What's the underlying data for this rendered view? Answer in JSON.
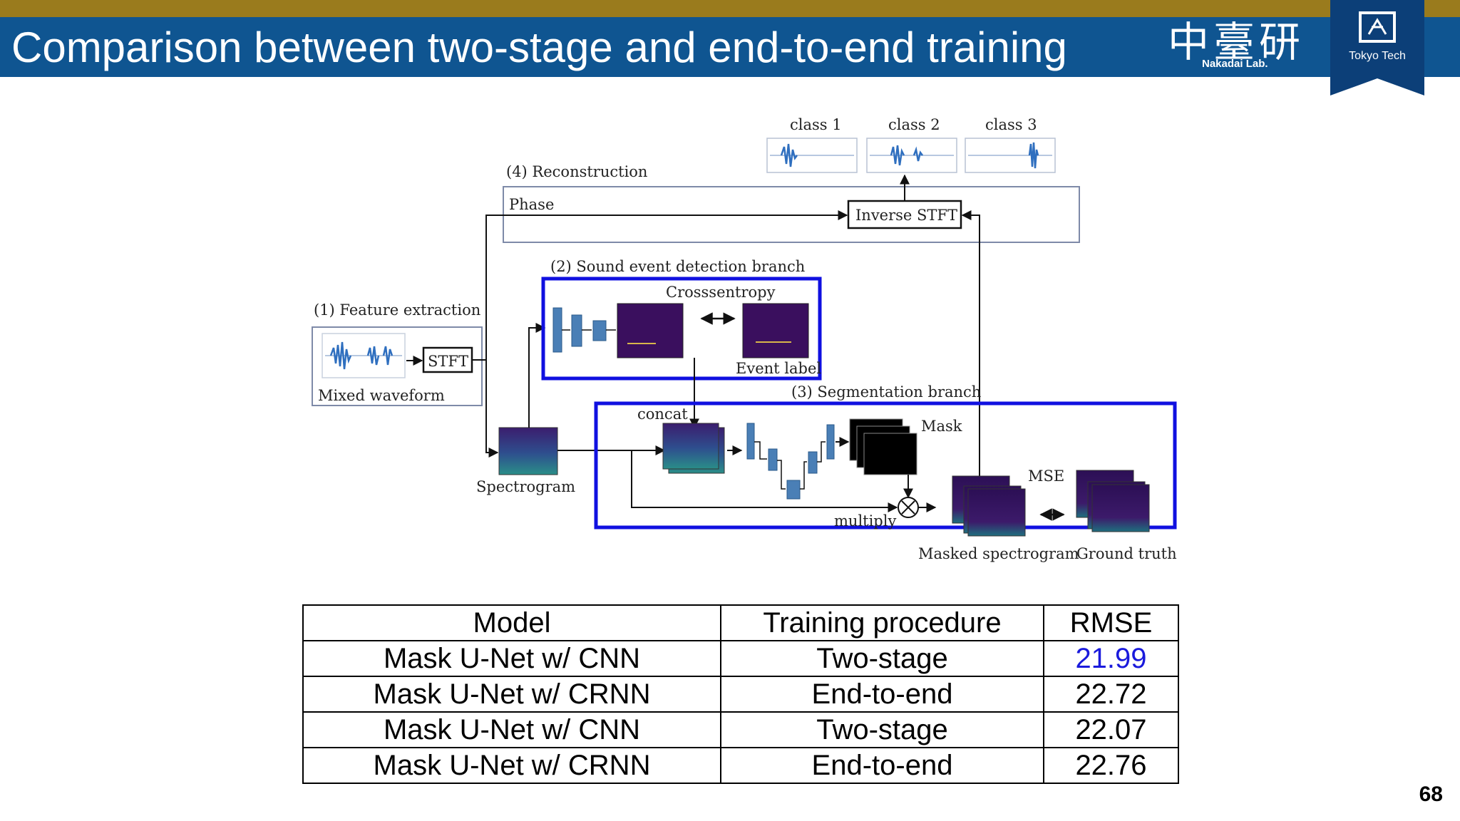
{
  "slide": {
    "title": "Comparison between two-stage and end-to-end training",
    "page_number": "68",
    "colors": {
      "title_bar": "#0f5591",
      "top_band": "#9a7b1d",
      "highlight_box": "#1010e0",
      "best_value": "#1a1adc"
    }
  },
  "logos": {
    "lab_kanji": "中臺研",
    "lab_name": "Nakadai Lab.",
    "univ_name": "Tokyo Tech"
  },
  "diagram": {
    "classes": [
      "class 1",
      "class 2",
      "class 3"
    ],
    "reconstruction_label": "(4) Reconstruction",
    "phase_label": "Phase",
    "inverse_stft_label": "Inverse STFT",
    "sed_branch_label": "(2) Sound event detection branch",
    "crossentropy_label": "Crosssentropy",
    "event_label": "Event label",
    "feature_extraction_label": "(1) Feature extraction",
    "stft_label": "STFT",
    "mixed_waveform_label": "Mixed waveform",
    "segmentation_branch_label": "(3) Segmentation branch",
    "concat_label": "concat",
    "mask_label": "Mask",
    "mse_label": "MSE",
    "spectrogram_label": "Spectrogram",
    "multiply_label": "multiply",
    "masked_spectrogram_label": "Masked spectrogram",
    "ground_truth_label": "Ground truth"
  },
  "results_table": {
    "headers": [
      "Model",
      "Training procedure",
      "RMSE"
    ],
    "rows": [
      [
        "Mask U-Net w/ CNN",
        "Two-stage",
        "21.99"
      ],
      [
        "Mask U-Net w/ CRNN",
        "End-to-end",
        "22.72"
      ],
      [
        "Mask U-Net w/ CNN",
        "Two-stage",
        "22.07"
      ],
      [
        "Mask U-Net w/ CRNN",
        "End-to-end",
        "22.76"
      ]
    ]
  }
}
